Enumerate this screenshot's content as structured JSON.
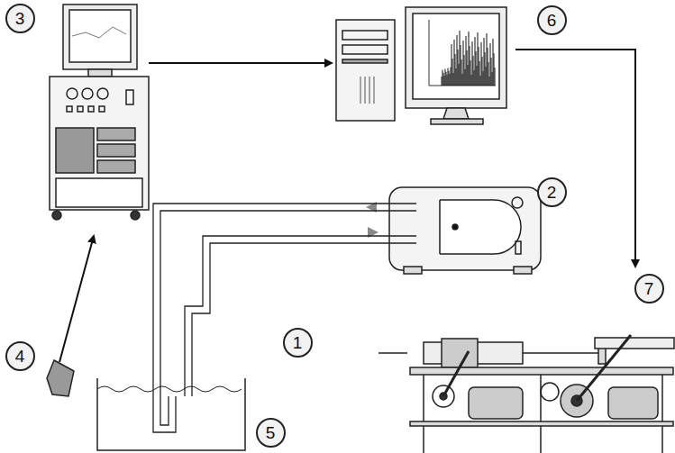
{
  "diagram": {
    "nodes": [
      {
        "text": [
          "3"
        ]
      },
      {
        "text": [
          "6"
        ]
      },
      {
        "text": [
          "2"
        ]
      },
      {
        "text": [
          "7"
        ]
      },
      {
        "text": [
          "1"
        ]
      },
      {
        "text": [
          "4"
        ]
      },
      {
        "text": [
          "5"
        ]
      }
    ]
  }
}
